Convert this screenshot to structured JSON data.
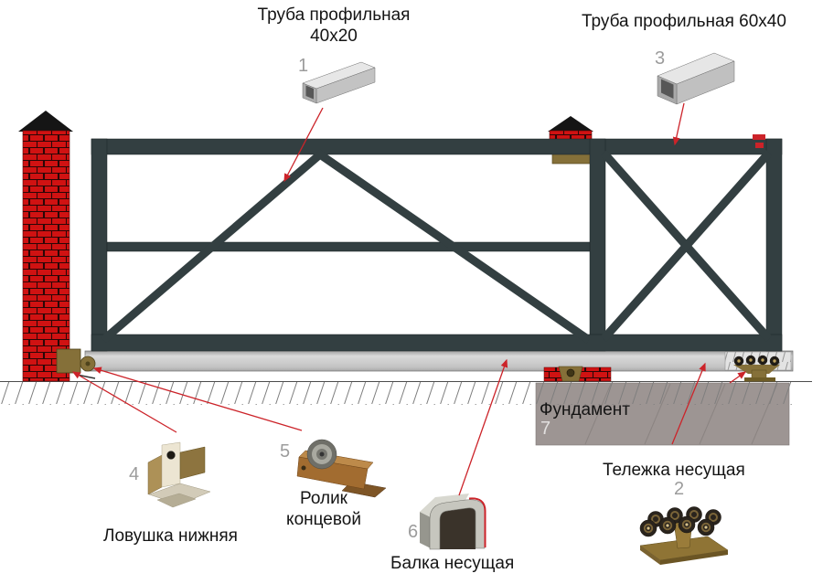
{
  "labels": {
    "pipe1_line1": "Труба профильная",
    "pipe1_line2": "40x20",
    "pipe1_number": "1",
    "pipe3_text": "Труба профильная 60x40",
    "pipe3_number": "3",
    "trolley_text": "Тележка несущая",
    "trolley_number": "2",
    "trap_text": "Ловушка нижняя",
    "trap_number": "4",
    "roller_line1": "Ролик",
    "roller_line2": "концевой",
    "roller_number": "5",
    "beam_text": "Балка несущая",
    "beam_number": "6",
    "foundation_text": "Фундамент",
    "foundation_number": "7"
  },
  "colors": {
    "brick_red": "#d01212",
    "frame_dark": "#333f41",
    "beam_gray": "#c9c9c9",
    "foundation_gray": "#9d9593",
    "olive": "#857039",
    "arrow_red": "#cc2329",
    "number_gray": "#9c9c9c",
    "number_light": "#e2e0df",
    "label_black": "#141414"
  }
}
